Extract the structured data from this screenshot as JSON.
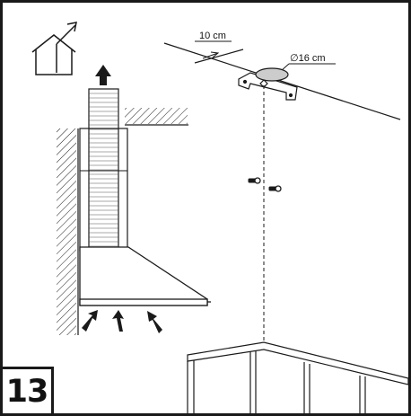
{
  "step": {
    "number": "13"
  },
  "dimensions": {
    "bracket_offset": "10 cm",
    "duct_diameter": "∅16 cm"
  },
  "icons": {
    "house": "house-vent-icon",
    "exhaust": "up-arrow-icon",
    "intake": "intake-arrow-icon"
  },
  "colors": {
    "line": "#1a1a1a",
    "background": "#ffffff"
  }
}
